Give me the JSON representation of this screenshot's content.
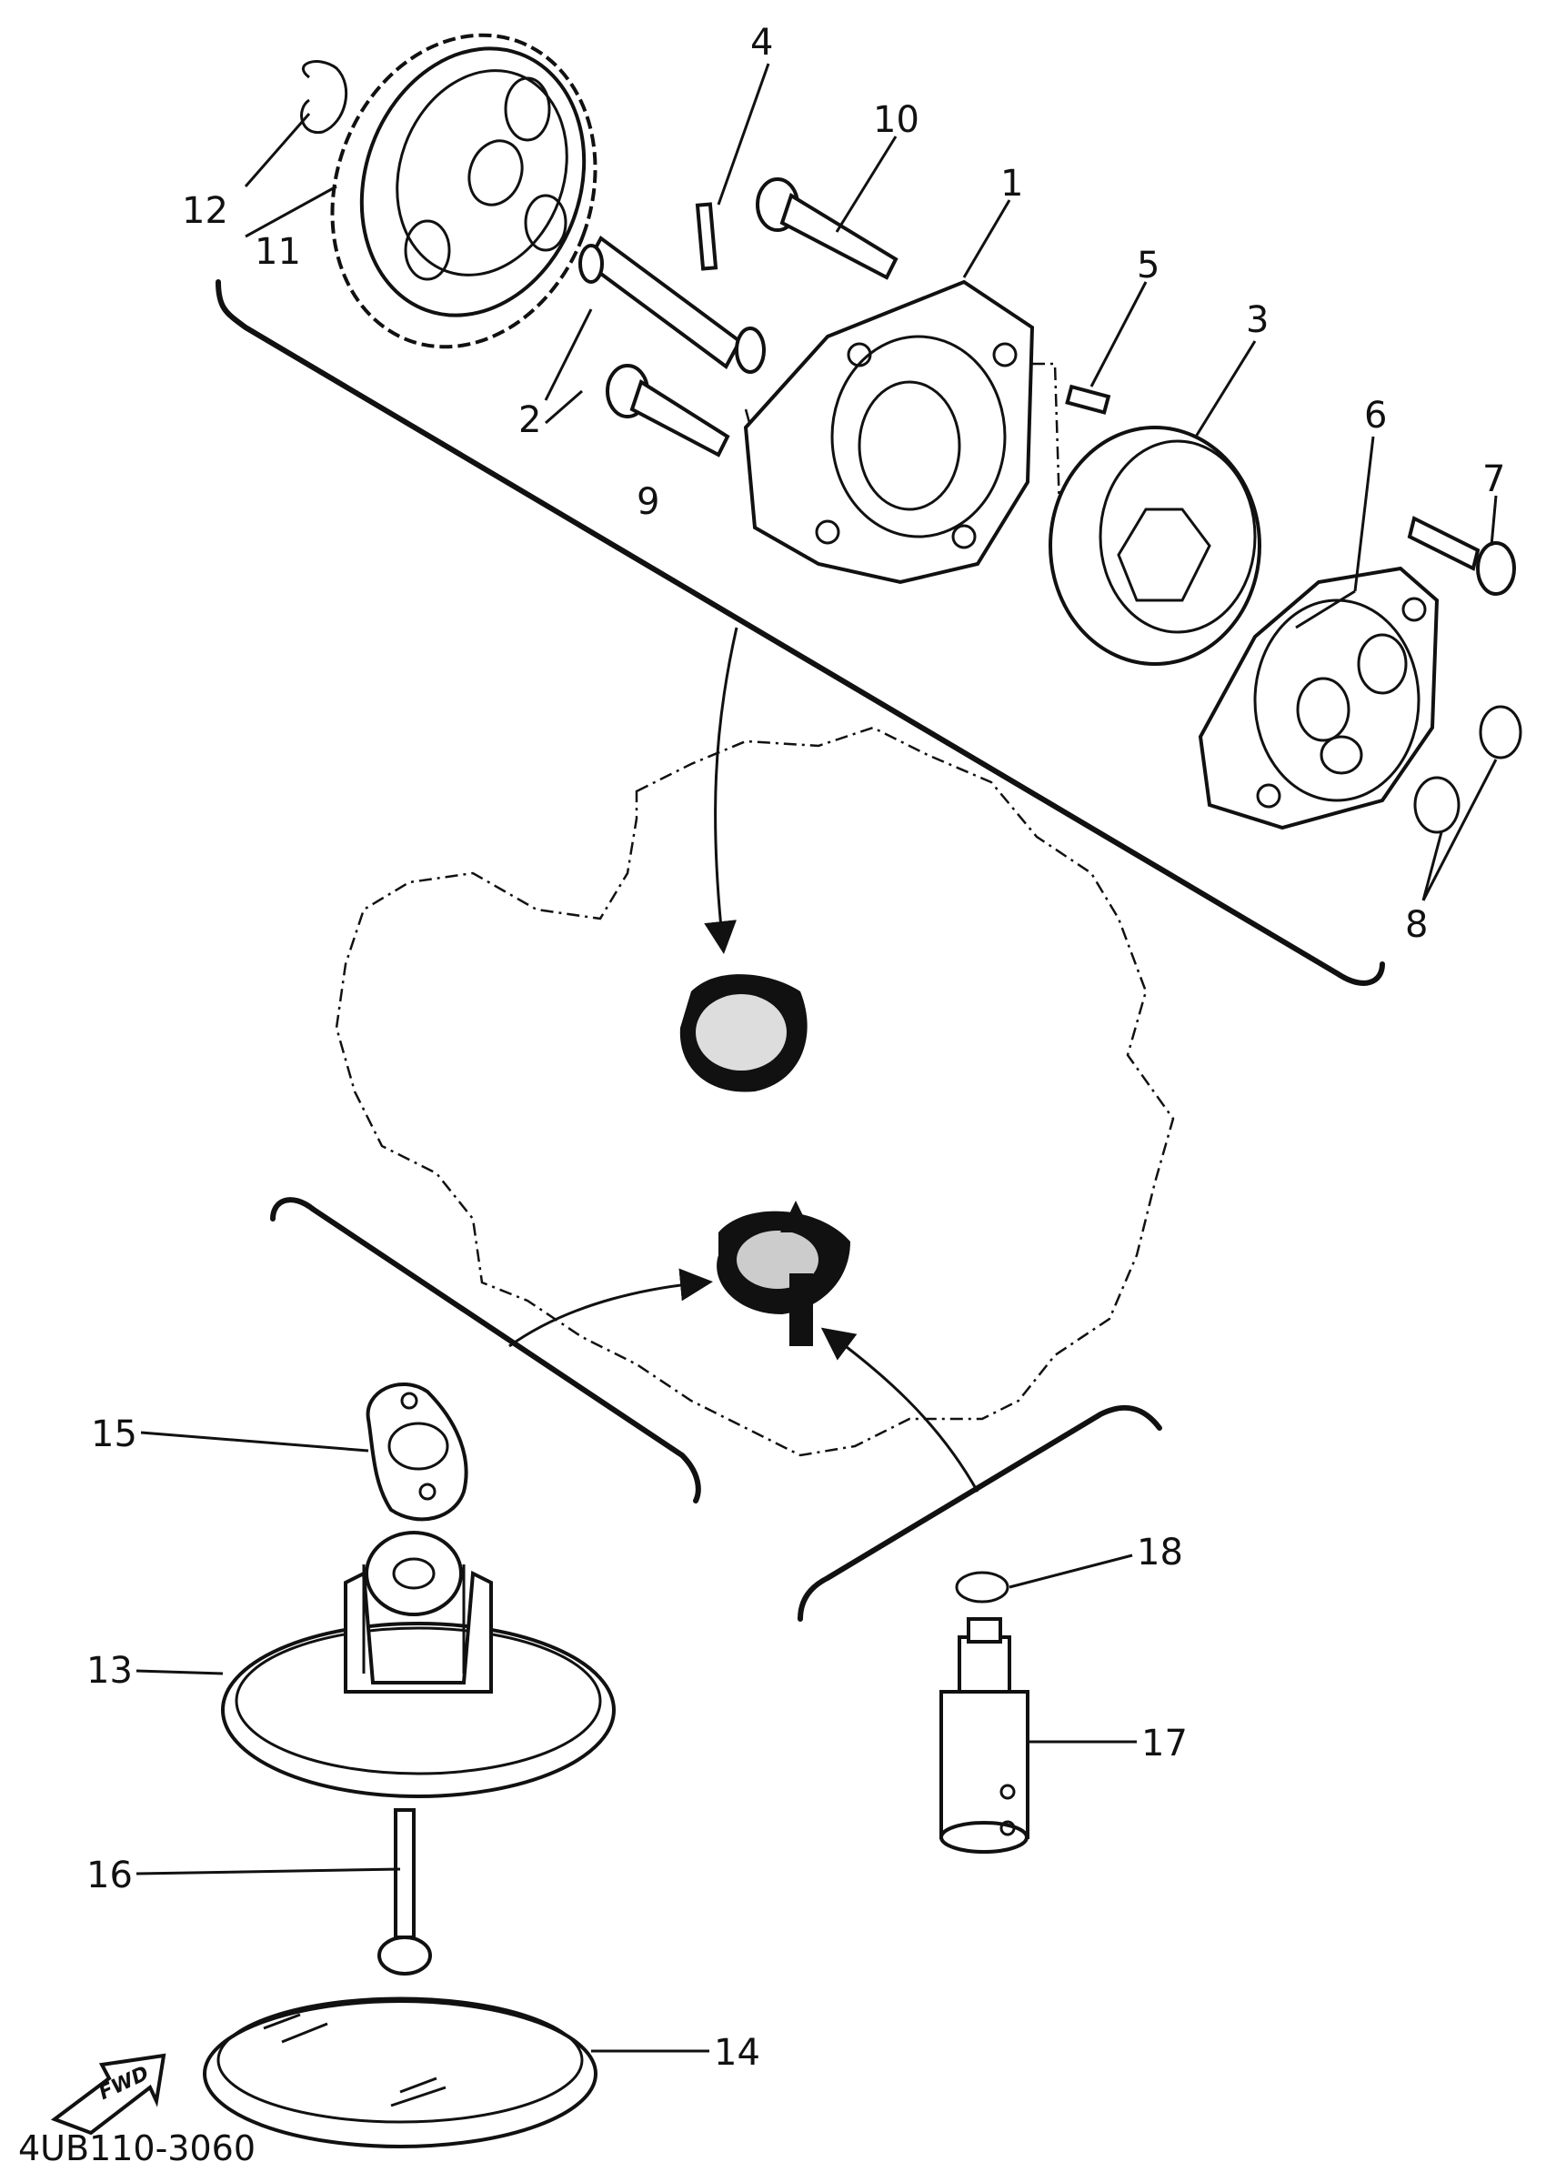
{
  "diagram_code": "4UB110-3060",
  "fwd_label": "FWD",
  "callouts": {
    "c1": "1",
    "c2": "2",
    "c3": "3",
    "c4": "4",
    "c5": "5",
    "c6": "6",
    "c7": "7",
    "c8": "8",
    "c9": "9",
    "c10": "10",
    "c11": "11",
    "c12": "12",
    "c13": "13",
    "c14": "14",
    "c15": "15",
    "c16": "16",
    "c17": "17",
    "c18": "18"
  }
}
